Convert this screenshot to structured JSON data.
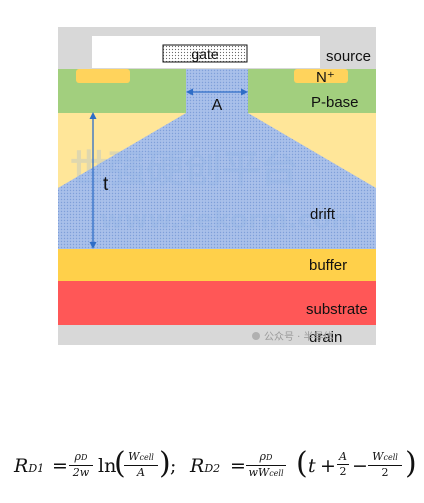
{
  "labels": {
    "gate": "gate",
    "source": "source",
    "n_plus": "N⁺",
    "p_base": "P-base",
    "a": "A",
    "t": "t",
    "drift": "drift",
    "buffer": "buffer",
    "substrate": "substrate",
    "drain": "drain"
  },
  "watermark": {
    "caption": "公众号 ·  半导体",
    "big_cn": "世强硬创平台",
    "big_url": "www.sekorm.com"
  },
  "formula": {
    "rd1": "R",
    "rd1_sub": "D1",
    "eq": "=",
    "rho_num": "ρ",
    "rho_sub": "D",
    "two_w": "2w",
    "ln": "ln",
    "wcell_num": "W",
    "wcell_sub": "cell",
    "a_den": "A",
    "semi": ";",
    "rd2": "R",
    "rd2_sub": "D2",
    "wwcell": "wW",
    "t_var": "t",
    "plus": "+",
    "a_half_num": "A",
    "two": "2",
    "minus": "−"
  },
  "colors": {
    "frame_gray": "#d8d8d8",
    "p_base": "#a2cf7e",
    "n_plus": "#ffd35c",
    "drift": "#ffe699",
    "depletion": "#a8c0ea",
    "buffer": "#ffd04a",
    "substrate": "#ff5757",
    "drain": "#d8d8d8",
    "arrow": "#2e6dc7"
  }
}
